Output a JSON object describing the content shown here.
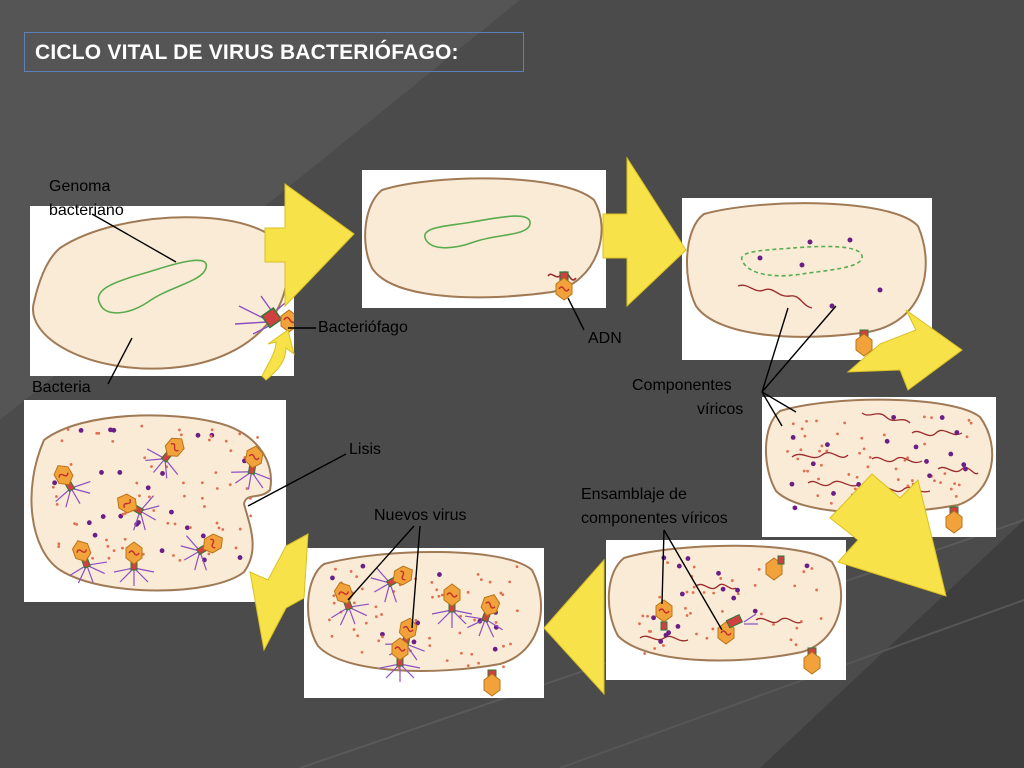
{
  "title": "CICLO VITAL DE VIRUS BACTERIÓFAGO:",
  "labels": {
    "genoma_line1": "Genoma",
    "genoma_line2": "bacteriano",
    "bacteria": "Bacteria",
    "bacteriofago": "Bacteriófago",
    "adn": "ADN",
    "componentes_line1": "Componentes",
    "componentes_line2": "víricos",
    "lisis": "Lisis",
    "nuevos_virus": "Nuevos virus",
    "ensamblaje_line1": "Ensamblaje de",
    "ensamblaje_line2": "componentes víricos"
  },
  "colors": {
    "background": "#4b4b4b",
    "title_border": "#5b7fb8",
    "cell_fill": "#faebd7",
    "cell_outline": "#a07a55",
    "genome": "#5aab4e",
    "viral_dna": "#9b2d2d",
    "dot_purple": "#6b1f86",
    "dot_red": "#e07050",
    "phage_head": "#f2a23a",
    "phage_tail": "#8c4fc2",
    "arrow": "#f7e24a"
  }
}
